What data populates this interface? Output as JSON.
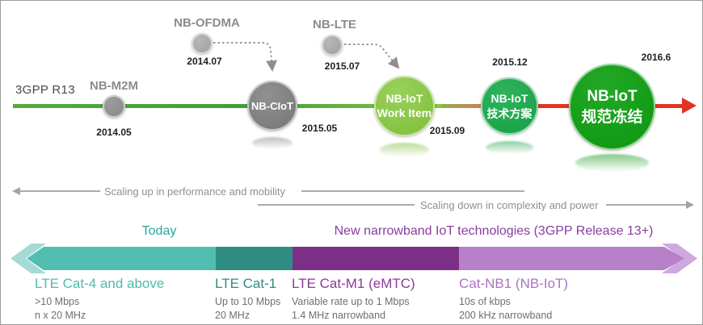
{
  "header": {
    "era_label": "3GPP R13"
  },
  "timeline": {
    "proposals": [
      {
        "name": "NB-M2M",
        "date": "2014.05"
      },
      {
        "name": "NB-OFDMA",
        "date": "2014.07"
      },
      {
        "name": "NB-LTE",
        "date": "2015.07"
      }
    ],
    "nodes": [
      {
        "line1": "NB-CIoT",
        "line2": "",
        "date": "2015.05"
      },
      {
        "line1": "NB-IoT",
        "line2": "Work Item",
        "date": "2015.09"
      },
      {
        "line1": "NB-IoT",
        "line2": "技术方案",
        "date": "2015.12"
      },
      {
        "line1": "NB-IoT",
        "line2": "规范冻结",
        "date": "2016.6"
      }
    ]
  },
  "scaling": {
    "up": "Scaling up in performance and mobility",
    "down": "Scaling down in complexity and power"
  },
  "bands": {
    "today_label": "Today",
    "new_label": "New narrowband IoT technologies (3GPP Release 13+)",
    "segments": [
      {
        "name": "LTE Cat-4 and above",
        "rate": ">10 Mbps",
        "bandwidth": "n x 20 MHz",
        "color": "#52beb2"
      },
      {
        "name": "LTE Cat-1",
        "rate": "Up to 10 Mbps",
        "bandwidth": "20 MHz",
        "color": "#2f8c80"
      },
      {
        "name": "LTE Cat-M1 (eMTC)",
        "rate": "Variable rate up to 1 Mbps",
        "bandwidth": "1.4 MHz narrowband",
        "color": "#7b2f87"
      },
      {
        "name": "Cat-NB1 (NB-IoT)",
        "rate": "10s of kbps",
        "bandwidth": "200 kHz narrowband",
        "color": "#b780c8"
      }
    ]
  },
  "colors": {
    "timeline_green": "#3e9e3a",
    "timeline_tan": "#c4875c",
    "timeline_red": "#e23325",
    "circle_gray": "#7f7f7f",
    "circle_light_green": "#7dbe37",
    "circle_green": "#149e43",
    "circle_dark_green": "#0b960f",
    "gray_label": "#8c8c8c",
    "today_teal": "#2aa79b",
    "new_purple": "#8a3ca3"
  }
}
